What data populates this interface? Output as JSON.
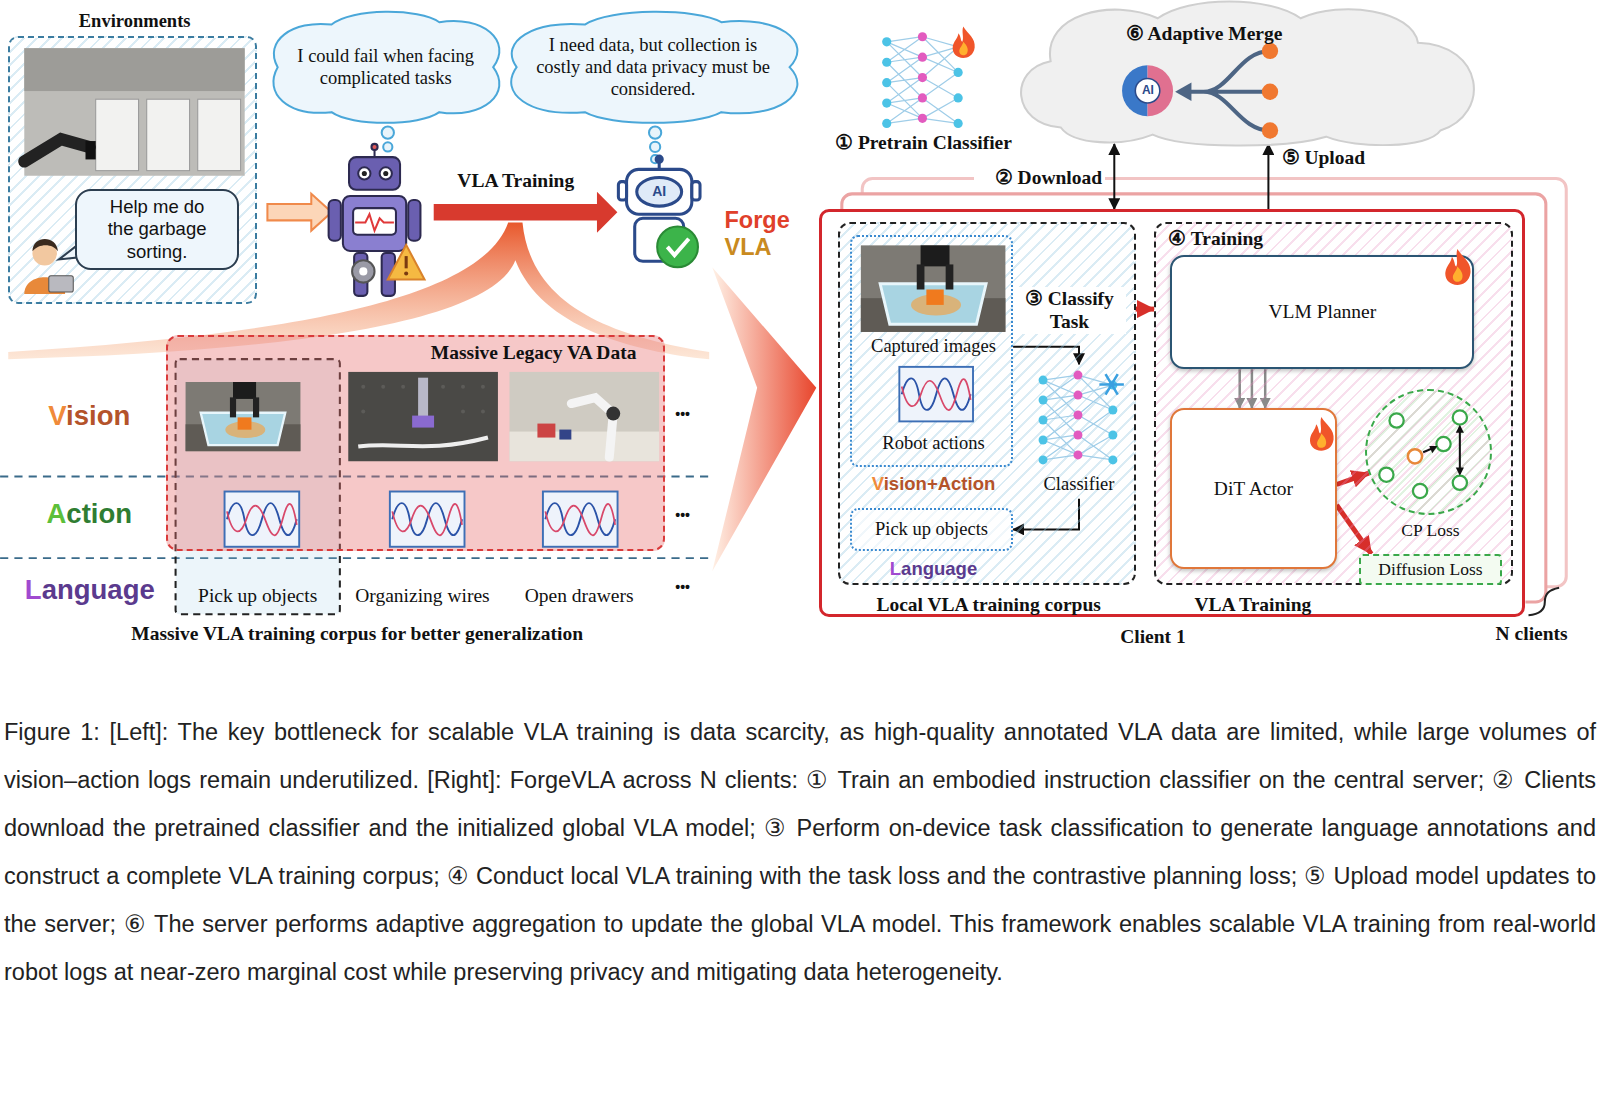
{
  "diagram": {
    "caption": "Figure 1: [Left]: The key bottleneck for scalable VLA training is data scarcity, as high-quality annotated VLA data are limited, while large volumes of vision–action logs remain underutilized. [Right]: ForgeVLA across N clients: ① Train an embodied instruction classifier on the central server; ② Clients download the pretrained classifier and the initialized global VLA model; ③ Perform on-device task classification to generate language annotations and construct a complete VLA training corpus; ④ Conduct local VLA training with the task loss and the contrastive planning loss; ⑤ Upload model updates to the server; ⑥ The server performs adaptive aggregation to update the global VLA model. This framework enables scalable VLA training from real-world robot logs at near-zero marginal cost while preserving privacy and mitigating data heterogeneity.",
    "nodes": [
      {
        "text": [
          "Environments"
        ]
      },
      {
        "text": [
          "Help me do the garbage sorting."
        ],
        "in": 0
      },
      {
        "text": [
          "I could fail when facing complicated tasks"
        ]
      },
      {
        "text": [
          "I need data, but collection is costly and data privacy must be considered."
        ]
      },
      {
        "text": [
          "Massive Legacy VA Data"
        ]
      },
      {
        "text": [
          "⑥ Adaptive Merge"
        ]
      },
      {
        "text": [
          "Client 1"
        ]
      },
      {
        "text": [
          "Local VLA training corpus"
        ],
        "in": 6
      },
      {
        "text": [
          "Captured images",
          "Robot actions",
          "Vision+Action"
        ],
        "in": 7
      },
      {
        "text": [
          "Classifier"
        ],
        "in": 7
      },
      {
        "text": [
          "Pick up objects",
          "Language"
        ],
        "in": 7
      },
      {
        "text": [
          "④ Training",
          "VLA Training"
        ],
        "in": 6
      },
      {
        "text": [
          "VLM Planner"
        ],
        "in": 11
      },
      {
        "text": [
          "DiT Actor"
        ],
        "in": 11
      },
      {
        "text": [
          "CP Loss"
        ],
        "in": 11
      },
      {
        "text": [
          "Diffusion Loss"
        ],
        "in": 11
      }
    ],
    "edges": [
      {
        "from": 8,
        "to": 9,
        "arrow": "to",
        "label": "③ Classify Task"
      },
      {
        "from": 9,
        "to": 10,
        "arrow": "to"
      },
      {
        "from": 7,
        "to": 11,
        "arrow": "to"
      },
      {
        "from": 12,
        "to": 13,
        "arrow": "to"
      },
      {
        "from": 13,
        "to": 14,
        "arrow": "to"
      },
      {
        "from": 13,
        "to": 15,
        "arrow": "to"
      },
      {
        "from": 5,
        "to": 6,
        "arrow": "both",
        "label": "② Download"
      },
      {
        "from": 6,
        "to": 5,
        "arrow": "to",
        "label": "⑤ Upload"
      }
    ],
    "labels": [
      "VLA Training",
      "Forge VLA",
      "Vision",
      "Action",
      "Language",
      "Pick up objects",
      "Organizing wires",
      "Open drawers",
      "•••",
      "•••",
      "•••",
      "Massive VLA training corpus for better generalization",
      "① Pretrain Classifier",
      "N clients",
      "AI",
      "AI"
    ]
  }
}
